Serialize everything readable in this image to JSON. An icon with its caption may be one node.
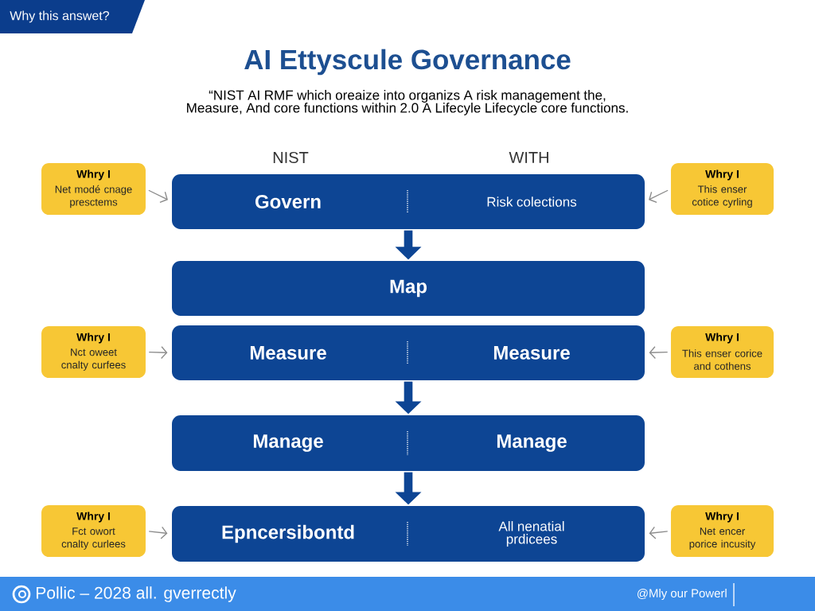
{
  "diagram": {
    "title": "AI Ettyscule Governance",
    "nodes": [
      {
        "text": [
          "Whry I",
          "Net modé cnage presctems"
        ]
      },
      {
        "text": [
          "Govern",
          "Risk colections"
        ]
      },
      {
        "text": [
          "Whry I",
          "This enser cotice cyrling"
        ]
      },
      {
        "text": [
          "Map"
        ]
      },
      {
        "text": [
          "Whry I",
          "Nct oweet cnalty curfees"
        ]
      },
      {
        "text": [
          "Measure",
          "Measure"
        ]
      },
      {
        "text": [
          "Whry I",
          "This enser corice and cothens"
        ]
      },
      {
        "text": [
          "Manage",
          "Manage"
        ]
      },
      {
        "text": [
          "Whry I",
          "Fct owort cnalty curlees"
        ]
      },
      {
        "text": [
          "Epncersibontd",
          "All nenatial prdicees"
        ]
      },
      {
        "text": [
          "Whry I",
          "Net encer porice incusity"
        ]
      }
    ],
    "edges": [
      {
        "from": 0,
        "to": 1,
        "arrow": "to"
      },
      {
        "from": 2,
        "to": 1,
        "arrow": "to"
      },
      {
        "from": 1,
        "to": 3,
        "arrow": "to",
        "style": "thick",
        "color": "#0d4594"
      },
      {
        "from": 4,
        "to": 5,
        "arrow": "to"
      },
      {
        "from": 6,
        "to": 5,
        "arrow": "to"
      },
      {
        "from": 5,
        "to": 7,
        "arrow": "to",
        "style": "thick",
        "color": "#0d4594"
      },
      {
        "from": 7,
        "to": 9,
        "arrow": "to",
        "style": "thick",
        "color": "#0d4594"
      },
      {
        "from": 8,
        "to": 9,
        "arrow": "to"
      },
      {
        "from": 10,
        "to": 9,
        "arrow": "to"
      }
    ],
    "labels": [
      "Why this answet?",
      "“NIST AI RMF which oreaize into organizs A risk management the, Measure, And core functions within 2.0 A Lifecyle Lifecycle core functions.",
      "NIST",
      "WITH",
      "Pollic – 2028 all. gverrectly",
      "@Mly our Powerl"
    ]
  }
}
